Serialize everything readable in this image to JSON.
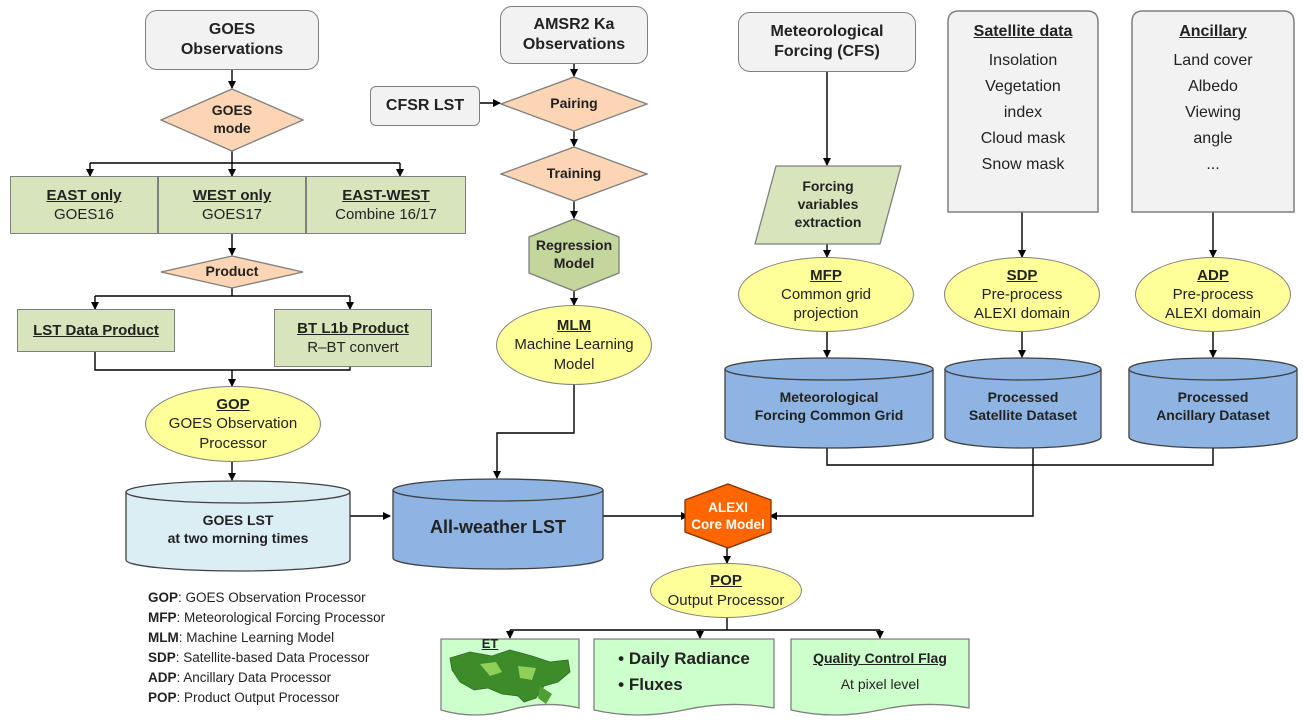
{
  "sources": {
    "goes_obs": [
      "GOES",
      "Observations"
    ],
    "amsr2_obs": [
      "AMSR2 Ka",
      "Observations"
    ],
    "met_forcing": [
      "Meteorological",
      "Forcing (CFS)"
    ],
    "cfsr_lst": "CFSR LST",
    "satellite": {
      "title": "Satellite data",
      "items": [
        "Insolation",
        "Vegetation",
        "index",
        "Cloud mask",
        "Snow mask"
      ]
    },
    "ancillary": {
      "title": "Ancillary",
      "items": [
        "Land cover",
        "Albedo",
        "Viewing",
        "angle",
        "..."
      ]
    }
  },
  "decisions": {
    "goes_mode": [
      "GOES",
      "mode"
    ],
    "product": "Product",
    "pairing": "Pairing",
    "training": "Training"
  },
  "modes": {
    "east": {
      "title": "EAST only",
      "sub": "GOES16"
    },
    "west": {
      "title": "WEST only",
      "sub": "GOES17"
    },
    "eastwest": {
      "title": "EAST-WEST",
      "sub": "Combine 16/17"
    }
  },
  "products": {
    "lst": {
      "title": "LST Data Product"
    },
    "bt": {
      "title": "BT L1b Product",
      "sub": "R–BT convert"
    }
  },
  "processors": {
    "gop": {
      "code": "GOP",
      "lines": [
        "GOES Observation",
        "Processor"
      ]
    },
    "mlm": {
      "code": "MLM",
      "lines": [
        "Machine Learning",
        "Model"
      ]
    },
    "mfp": {
      "code": "MFP",
      "lines": [
        "Common grid",
        "projection"
      ]
    },
    "sdp": {
      "code": "SDP",
      "lines": [
        "Pre-process",
        "ALEXI domain"
      ]
    },
    "adp": {
      "code": "ADP",
      "lines": [
        "Pre-process",
        "ALEXI domain"
      ]
    },
    "pop": {
      "code": "POP",
      "lines": [
        "Output Processor"
      ]
    }
  },
  "regression": [
    "Regression",
    "Model"
  ],
  "forcing_extract": [
    "Forcing",
    "variables",
    "extraction"
  ],
  "datasets": {
    "met_grid": [
      "Meteorological",
      "Forcing Common Grid"
    ],
    "sat_ds": [
      "Processed",
      "Satellite Dataset"
    ],
    "anc_ds": [
      "Processed",
      "Ancillary Dataset"
    ],
    "goes_lst": [
      "GOES LST",
      "at two morning times"
    ],
    "allweather": "All-weather LST"
  },
  "alexi": [
    "ALEXI",
    "Core Model"
  ],
  "outputs": {
    "et": "ET",
    "radiance": [
      "Daily Radiance",
      "Fluxes"
    ],
    "qc": {
      "title": "Quality Control Flag",
      "sub": "At pixel level"
    }
  },
  "legend": [
    {
      "code": "GOP",
      "desc": ": GOES Observation Processor"
    },
    {
      "code": "MFP",
      "desc": ":  Meteorological Forcing Processor"
    },
    {
      "code": "MLM",
      "desc": ":  Machine Learning Model"
    },
    {
      "code": "SDP",
      "desc": ": Satellite-based Data Processor"
    },
    {
      "code": "ADP",
      "desc": ": Ancillary Data Processor"
    },
    {
      "code": "POP",
      "desc": ": Product Output Processor"
    }
  ],
  "colors": {
    "source_fill": "#f2f2f2",
    "decision_fill": "#fcd5b5",
    "mode_fill": "#d8e4bc",
    "processor_fill": "#ffff99",
    "regression_fill": "#c3d69b",
    "dataset_fill": "#8eb4e3",
    "goes_lst_fill": "#dbeef4",
    "alexi_fill": "#ff6600",
    "output_fill": "#ccffcc",
    "forcing_fill": "#d8e4bc"
  },
  "icons": {
    "et_map": "north-america-map-icon"
  }
}
